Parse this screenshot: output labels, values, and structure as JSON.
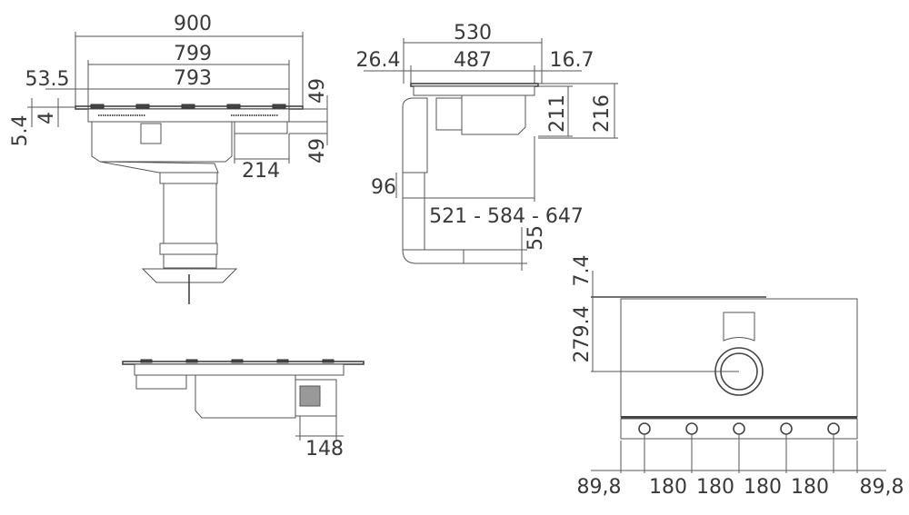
{
  "front_view": {
    "dims": {
      "overall_width": "900",
      "width_799": "799",
      "width_793": "793",
      "offset_left": "53.5",
      "thickness_5_4": "5.4",
      "thickness_4": "4",
      "height_49_top": "49",
      "height_49_bottom": "49",
      "depth_214": "214"
    }
  },
  "side_view": {
    "dims": {
      "overall_depth": "530",
      "offset_front": "26.4",
      "depth_487": "487",
      "offset_back": "16.7",
      "height_211": "211",
      "height_216": "216",
      "duct_96": "96",
      "duct_range": "521 - 584 - 647",
      "duct_55": "55"
    }
  },
  "bottom_side_view": {
    "dims": {
      "depth_148": "148"
    }
  },
  "rear_view": {
    "dims": {
      "top_7_4": "7.4",
      "outlet_279_4": "279.4",
      "edge_left": "89,8",
      "pitch_1": "180",
      "pitch_2": "180",
      "pitch_3": "180",
      "pitch_4": "180",
      "edge_right": "89,8"
    }
  },
  "colors": {
    "line": "#555555",
    "text": "#3a3a3a",
    "background": "#ffffff"
  }
}
